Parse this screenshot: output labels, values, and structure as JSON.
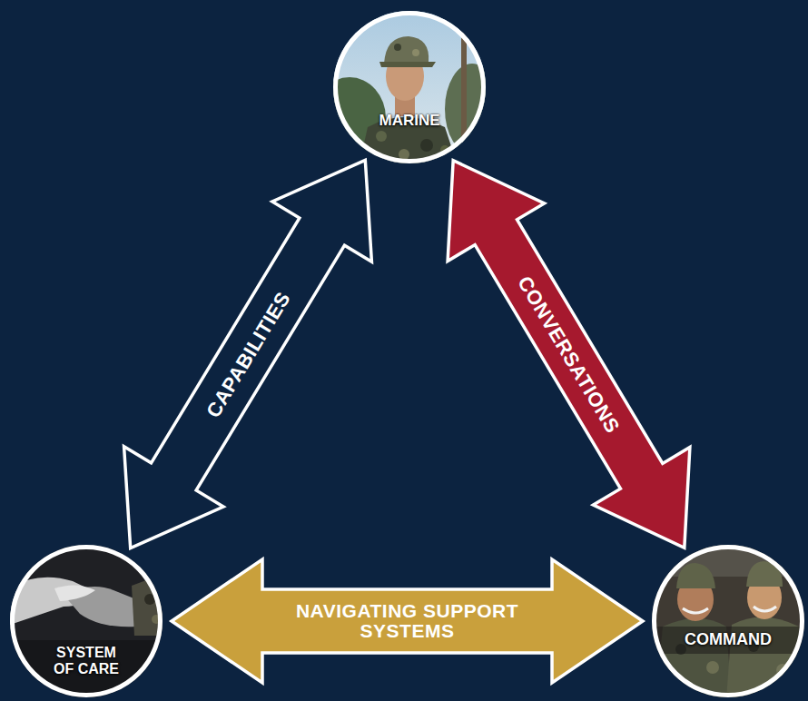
{
  "diagram": {
    "nodes": [
      {
        "text": [
          "MARINE"
        ]
      },
      {
        "text": [
          "SYSTEM OF CARE"
        ]
      },
      {
        "text": [
          "COMMAND"
        ]
      }
    ],
    "edges": [
      {
        "from": 0,
        "to": 1,
        "label": "CAPABILITIES",
        "arrow": "both"
      },
      {
        "from": 0,
        "to": 2,
        "label": "CONVERSATIONS",
        "arrow": "both"
      },
      {
        "from": 1,
        "to": 2,
        "label": "NAVIGATING SUPPORT SYSTEMS",
        "arrow": "both"
      }
    ]
  }
}
